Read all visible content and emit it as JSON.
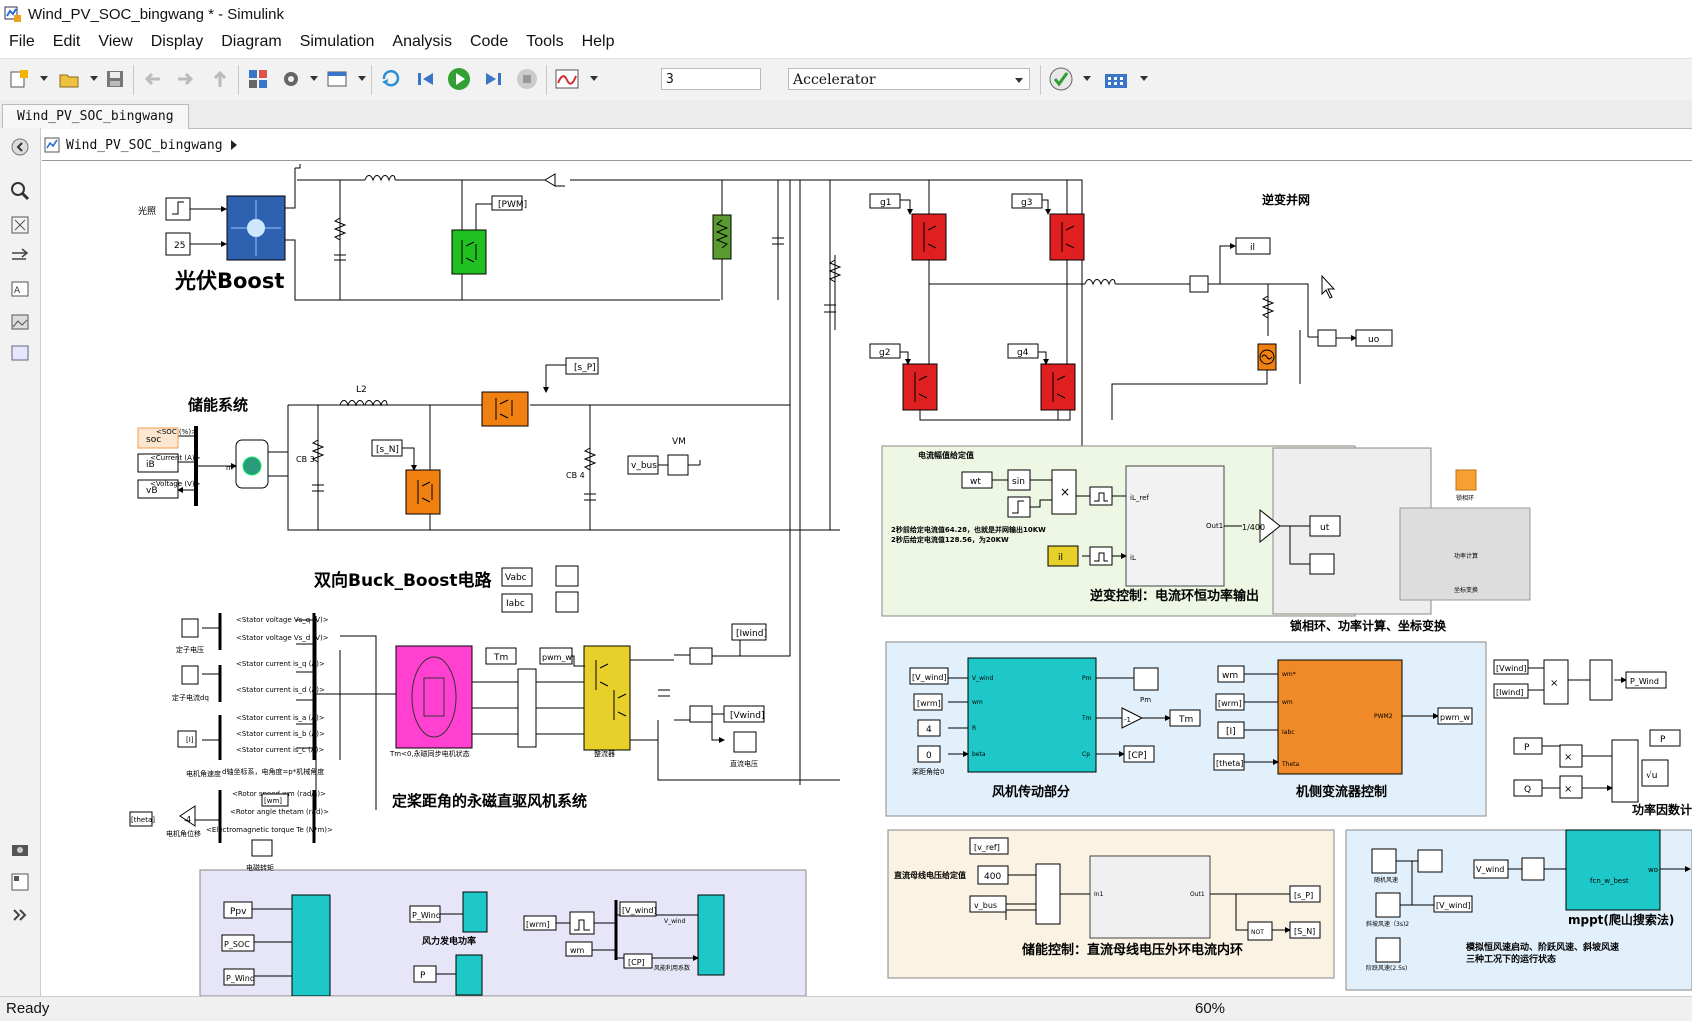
{
  "window": {
    "title": "Wind_PV_SOC_bingwang * - Simulink"
  },
  "menu": [
    "File",
    "Edit",
    "View",
    "Display",
    "Diagram",
    "Simulation",
    "Analysis",
    "Code",
    "Tools",
    "Help"
  ],
  "toolbar": {
    "stop_time": "3",
    "sim_mode": "Accelerator"
  },
  "tab": {
    "label": "Wind_PV_SOC_bingwang"
  },
  "address": {
    "path": "Wind_PV_SOC_bingwang"
  },
  "status": {
    "left": "Ready",
    "zoom": "60%"
  },
  "model": {
    "pv": {
      "title": "光伏Boost",
      "guangzhao": "光照",
      "const25": "25",
      "pwm_tag": "[PWM]"
    },
    "storage": {
      "title": "储能系统",
      "soc": "soc",
      "ib": "iB",
      "vb": "vB",
      "soc_sig": "<SOC (%)>",
      "cur_sig": "<Current (A)>",
      "volt_sig": "<Voltage (V)>",
      "m": "m",
      "l2": "L2",
      "cb3": "CB 3",
      "cb4": "CB 4",
      "s_p": "[s_P]",
      "s_n": "[s_N]",
      "vm": "VM",
      "v_bus": "v_bus"
    },
    "buckboost": {
      "title": "双向Buck_Boost电路",
      "vabc": "Vabc",
      "iabc": "Iabc"
    },
    "inverter": {
      "title": "逆变并网",
      "g1": "g1",
      "g2": "g2",
      "g3": "g3",
      "g4": "g4",
      "il": "il",
      "uo": "uo"
    },
    "current_ctrl": {
      "title": "逆变控制：电流环恒功率输出",
      "subtitle": "电流幅值给定值",
      "wt": "wt",
      "sin": "sin",
      "il_ref": "iL_ref",
      "il": "iL",
      "out1": "Out1",
      "gain": "1/400",
      "ut": "ut",
      "il_tag": "il",
      "note1": "2秒前给定电流值64.28，也就是并网输出10KW",
      "note2": "2秒后给定电流值128.56，为20KW"
    },
    "pll": {
      "title": "锁相环、功率计算、坐标变换",
      "sub1": "锁相环",
      "sub2": "功率计算",
      "sub3": "坐标变换"
    },
    "stator": {
      "sig1": "<Stator voltage Vs_q (V)>",
      "sig2": "<Stator voltage Vs_d (V)>",
      "sig3": "<Stator current is_q (A)>",
      "sig4": "<Stator current is_d (A)>",
      "sig5": "<Stator current is_a (A)>",
      "sig6": "<Stator current is_b (A)>",
      "sig7": "<Stator current is_c (A)>",
      "sig8": "<Rotor speed wm (rad/s)>",
      "sig9": "<Rotor angle thetam (rad)>",
      "sig10": "<Electromagnetic torque Te (N*m)>",
      "lab1": "定子电压",
      "lab2": "定子电流dq",
      "lab3": "电机角速度",
      "lab4": "d轴坐标系，电角度=p*机械角度",
      "wm": "[wm]",
      "theta": "[theta]",
      "gain4": "4",
      "lab5": "电机角位移",
      "lab6": "电磁转矩"
    },
    "pmsg": {
      "title": "定桨距角的永磁直驱风机系统",
      "tm": "Tm",
      "pwm_w": "pwm_w",
      "note": "Tm<0,永磁同步电机状态",
      "rect": "整流器",
      "iwind": "[Iwind]",
      "vwind": "[Vwind]",
      "dcv": "直流电压"
    },
    "turbine": {
      "title": "风机传动部分",
      "vwind": "[V_wind]",
      "wrm": "[wrm]",
      "four": "4",
      "zero": "0",
      "beta_lab": "桨距角给0",
      "pm": "Pm",
      "tm": "Tm",
      "cp": "[CP]",
      "in_vwind": "V_wind",
      "in_wm": "wm",
      "in_r": "R",
      "in_beta": "beta",
      "out_pm": "Pm",
      "out_tm": "Tm",
      "out_cp": "Cp",
      "gain": "-1"
    },
    "machinectrl": {
      "title": "机侧变流器控制",
      "wm": "wm",
      "wrm": "[wrm]",
      "i": "[I]",
      "theta": "[theta]",
      "in_wm": "wm*",
      "in_wrm": "wm",
      "in_iabc": "Iabc",
      "in_theta": "Theta",
      "out": "PWM2",
      "pwm_w": "pwm_w"
    },
    "power": {
      "title": "功率因数计",
      "vwind": "[Vwind]",
      "iwind": "[Iwind]",
      "p_wind": "P_Wind",
      "p": "P",
      "q": "Q"
    },
    "dcctrl": {
      "title": "储能控制：直流母线电压外环电流内环",
      "subtitle": "直流母线电压给定值",
      "v_ref": "[v_ref]",
      "v400": "400",
      "v_bus": "v_bus",
      "in1": "In1",
      "out1": "Out1",
      "s_p": "[s_P]",
      "s_n": "[S_N]",
      "not": "NOT"
    },
    "mppt": {
      "title": "mppt(爬山搜索法)",
      "lab1": "随机风速",
      "lab2": "斜坡风速（3s)2",
      "lab3": "阶跃风速(2.5s)",
      "vwind_out": "[V_wind]",
      "v_wind": "V_wind",
      "fcn": "fcn_w_best",
      "wo": "wo",
      "note1": "模拟恒风速启动、阶跃风速、斜坡风速",
      "note2": "三种工况下的运行状态"
    },
    "bottom": {
      "ppv": "Ppv",
      "psoc": "P_SOC",
      "pwind": "P_Wind",
      "pwind2": "P_Wind",
      "windpow": "风力发电功率",
      "wrm": "[wrm]",
      "wm": "wm",
      "vwind": "[V_wind]",
      "cp": "[CP]",
      "v_wind": "V_wind",
      "cp_lab": "风能利用系数",
      "p": "P"
    }
  }
}
